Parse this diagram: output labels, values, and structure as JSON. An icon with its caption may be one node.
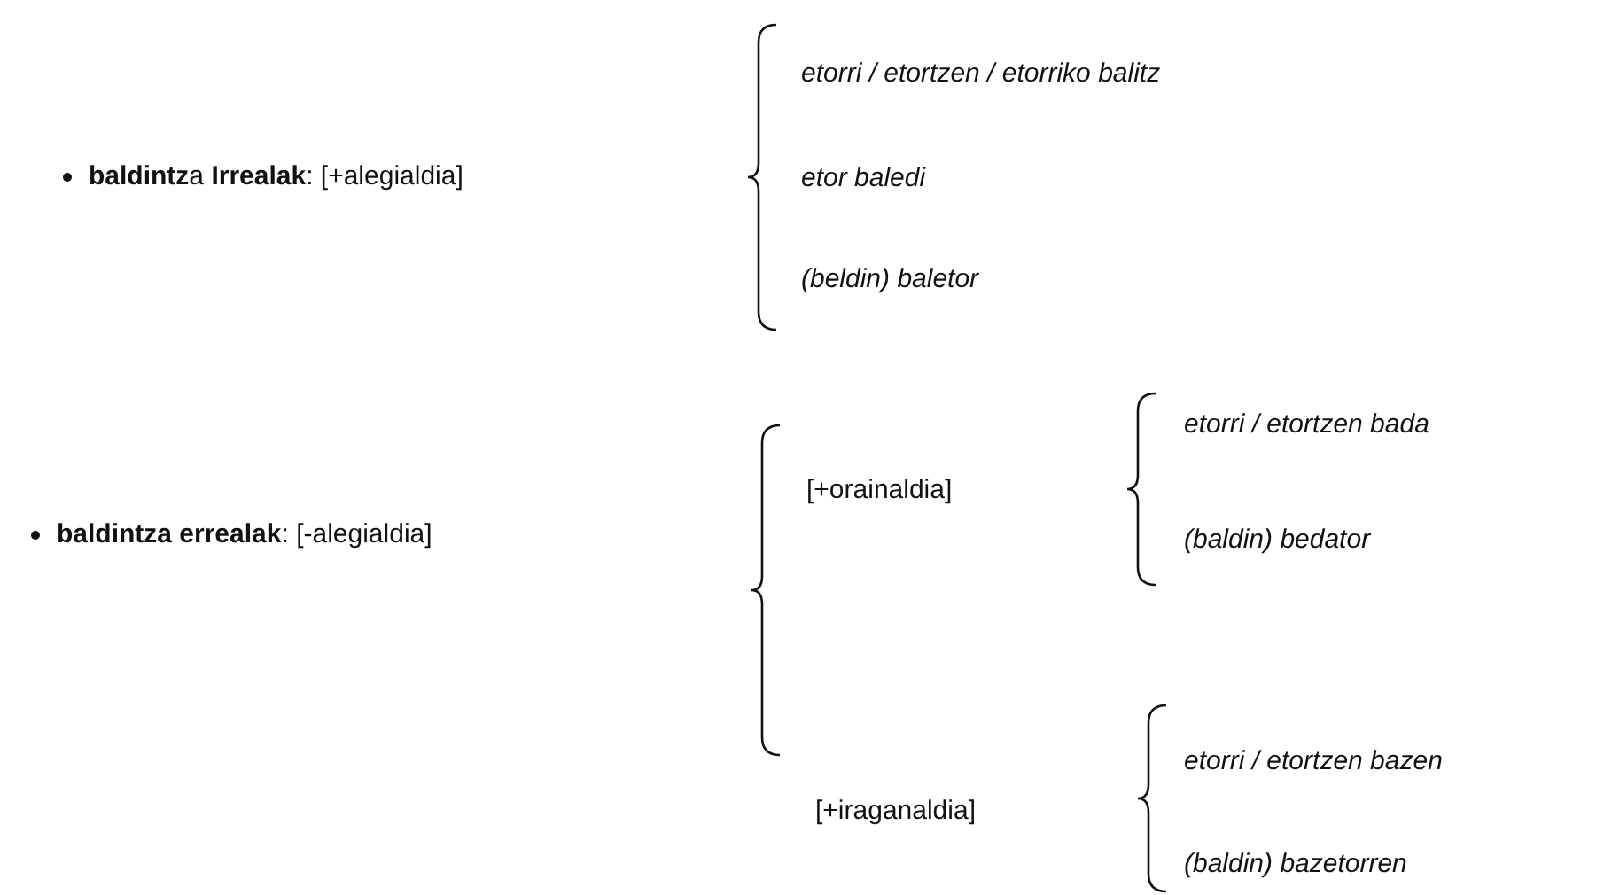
{
  "diagram": {
    "labels": [
      "**baldintz**a **Irrealak**: [+alegialdia]",
      "etorri / etortzen / etorriko balitz",
      "etor baledi",
      "(beldin) baletor",
      "**baldintza errealak**: [-alegialdia]",
      "[+orainaldia]",
      "etorri / etortzen bada",
      "(baldin) bedator",
      "[+iraganaldia]",
      "etorri / etortzen bazen",
      "(baldin) bazetorren"
    ]
  }
}
